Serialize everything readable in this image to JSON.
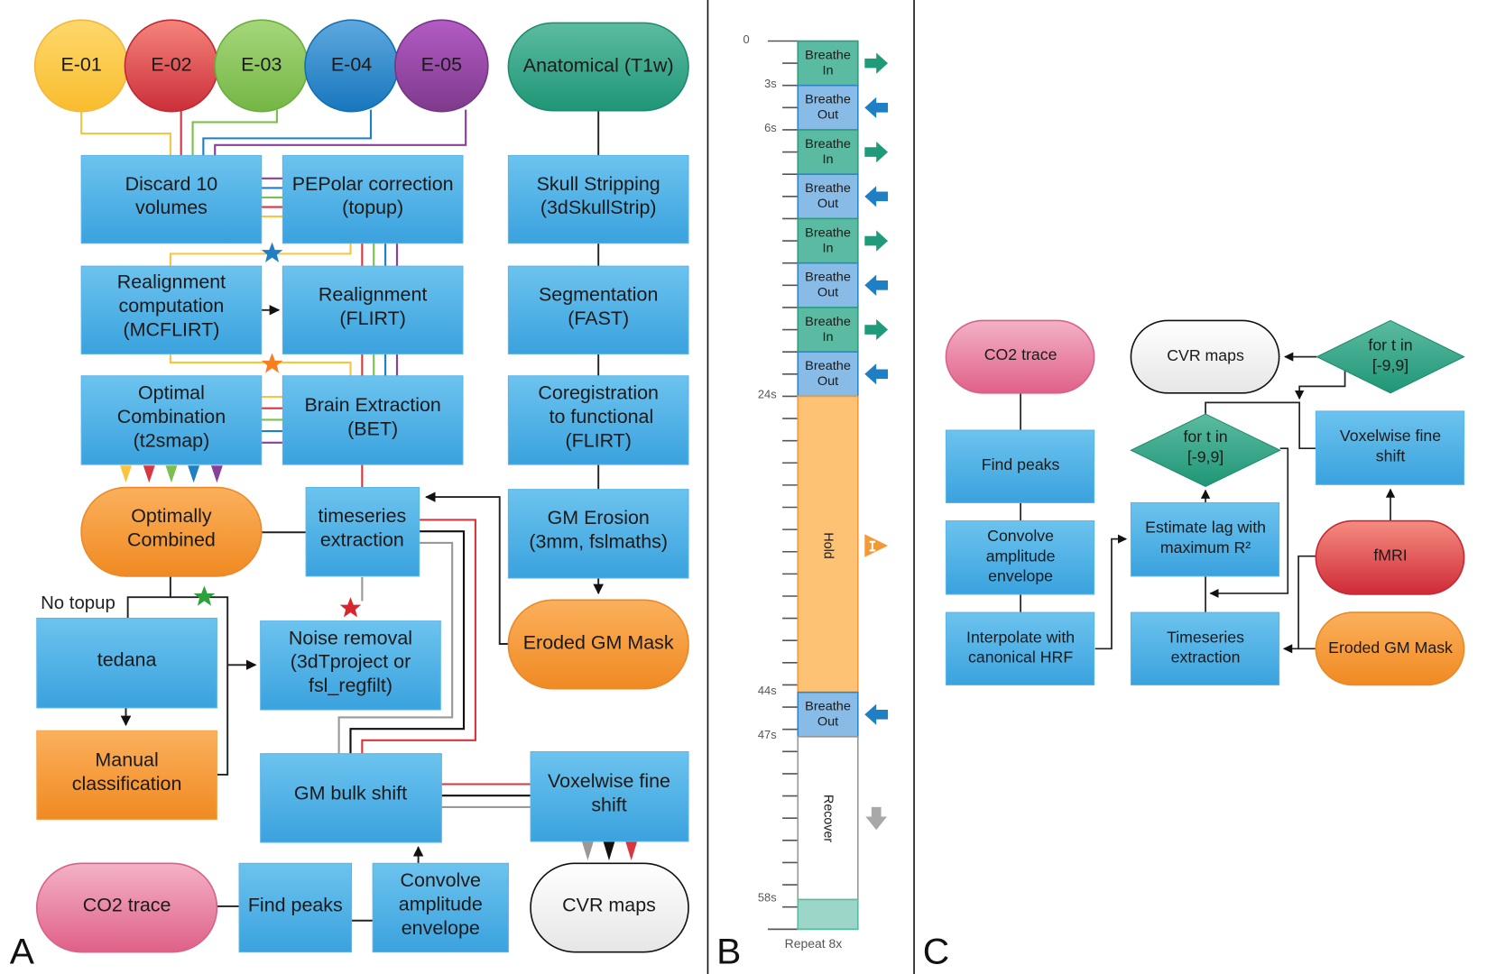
{
  "panel_labels": {
    "a": "A",
    "b": "B",
    "c": "C"
  },
  "colors": {
    "box_blue": "#4AADE5",
    "orange": "#F39A36",
    "teal": "#2A9D80",
    "pink": "#E8789A",
    "red": "#D9454C",
    "echo1": "#FBC43E",
    "echo2": "#D7373F",
    "echo3": "#7DBF4F",
    "echo4": "#1F7FC2",
    "echo5": "#8A3F9A",
    "breathe_in": "#5BBBA2",
    "breathe_out": "#88BBE6",
    "hold": "#FEC275",
    "recover": "#FFFFFF"
  },
  "panel_a": {
    "echoes": [
      "E-01",
      "E-02",
      "E-03",
      "E-04",
      "E-05"
    ],
    "anatomical": "Anatomical (T1w)",
    "discard": [
      "Discard 10",
      "volumes"
    ],
    "pepolar": [
      "PEPolar correction",
      "(topup)"
    ],
    "skull": [
      "Skull Stripping",
      "(3dSkullStrip)"
    ],
    "realign_comp": [
      "Realignment",
      "computation",
      "(MCFLIRT)"
    ],
    "realign": [
      "Realignment",
      "(FLIRT)"
    ],
    "segmentation": [
      "Segmentation",
      "(FAST)"
    ],
    "optcomb": [
      "Optimal",
      "Combination",
      "(t2smap)"
    ],
    "bet": [
      "Brain Extraction",
      "(BET)"
    ],
    "coreg": [
      "Coregistration",
      "to functional",
      "(FLIRT)"
    ],
    "optimally_combined": [
      "Optimally",
      "Combined"
    ],
    "timeseries": [
      "timeseries",
      "extraction"
    ],
    "gm_erosion": [
      "GM Erosion",
      "(3mm, fslmaths)"
    ],
    "no_topup": "No topup",
    "tedana": "tedana",
    "noise_removal": [
      "Noise removal",
      "(3dTproject or",
      "fsl_regfilt)"
    ],
    "eroded_mask": "Eroded GM Mask",
    "manual": [
      "Manual",
      "classification"
    ],
    "gm_bulk": "GM bulk shift",
    "voxelwise": [
      "Voxelwise fine",
      "shift"
    ],
    "co2": "CO2 trace",
    "find_peaks": "Find peaks",
    "convolve": [
      "Convolve",
      "amplitude",
      "envelope"
    ],
    "cvr": "CVR maps"
  },
  "panel_b": {
    "ticks": [
      "0",
      "3s",
      "6s",
      "24s",
      "44s",
      "47s",
      "58s"
    ],
    "total_seconds": 60,
    "segments": [
      {
        "label": [
          "Breathe",
          "In"
        ],
        "start": 0,
        "end": 3,
        "type": "in"
      },
      {
        "label": [
          "Breathe",
          "Out"
        ],
        "start": 3,
        "end": 6,
        "type": "out"
      },
      {
        "label": [
          "Breathe",
          "In"
        ],
        "start": 6,
        "end": 9,
        "type": "in"
      },
      {
        "label": [
          "Breathe",
          "Out"
        ],
        "start": 9,
        "end": 12,
        "type": "out"
      },
      {
        "label": [
          "Breathe",
          "In"
        ],
        "start": 12,
        "end": 15,
        "type": "in"
      },
      {
        "label": [
          "Breathe",
          "Out"
        ],
        "start": 15,
        "end": 18,
        "type": "out"
      },
      {
        "label": [
          "Breathe",
          "In"
        ],
        "start": 18,
        "end": 21,
        "type": "in"
      },
      {
        "label": [
          "Breathe",
          "Out"
        ],
        "start": 21,
        "end": 24,
        "type": "out"
      },
      {
        "label": [
          "Hold"
        ],
        "start": 24,
        "end": 44,
        "type": "hold"
      },
      {
        "label": [
          "Breathe",
          "Out"
        ],
        "start": 44,
        "end": 47,
        "type": "out"
      },
      {
        "label": [
          "Recover"
        ],
        "start": 47,
        "end": 58,
        "type": "recover"
      },
      {
        "label": [
          ""
        ],
        "start": 58,
        "end": 60,
        "type": "next"
      }
    ],
    "repeat": "Repeat 8x"
  },
  "panel_c": {
    "co2": "CO2 trace",
    "find_peaks": "Find peaks",
    "convolve": [
      "Convolve",
      "amplitude",
      "envelope"
    ],
    "interpolate": [
      "Interpolate with",
      "canonical HRF"
    ],
    "cvr": "CVR maps",
    "for_loop_1": [
      "for t in",
      "[-9,9]"
    ],
    "for_loop_2": [
      "for t in",
      "[-9,9]"
    ],
    "estimate_lag": [
      "Estimate lag with",
      "maximum R²"
    ],
    "timeseries": [
      "Timeseries",
      "extraction"
    ],
    "voxelwise": [
      "Voxelwise fine",
      "shift"
    ],
    "fmri": "fMRI",
    "eroded_mask": "Eroded GM Mask"
  }
}
